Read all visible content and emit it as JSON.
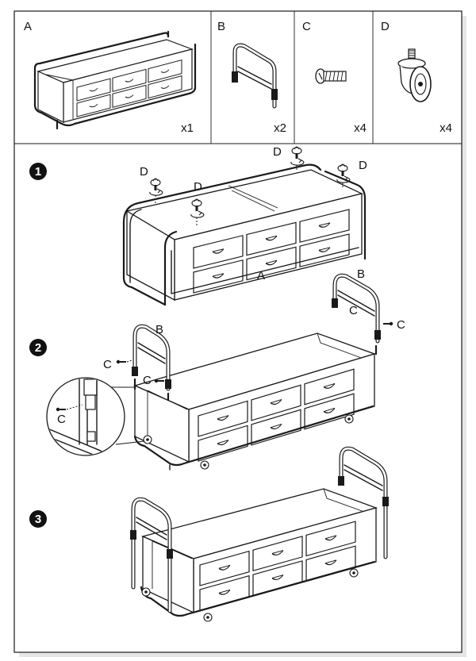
{
  "parts": [
    {
      "letter": "A",
      "qty": "x1"
    },
    {
      "letter": "B",
      "qty": "x2"
    },
    {
      "letter": "C",
      "qty": "x4"
    },
    {
      "letter": "D",
      "qty": "x4"
    }
  ],
  "steps": [
    {
      "number": "1",
      "callouts": {
        "caster": "D",
        "cabinet": "A"
      }
    },
    {
      "number": "2",
      "callouts": {
        "frame": "B",
        "screw": "C"
      }
    },
    {
      "number": "3"
    }
  ]
}
